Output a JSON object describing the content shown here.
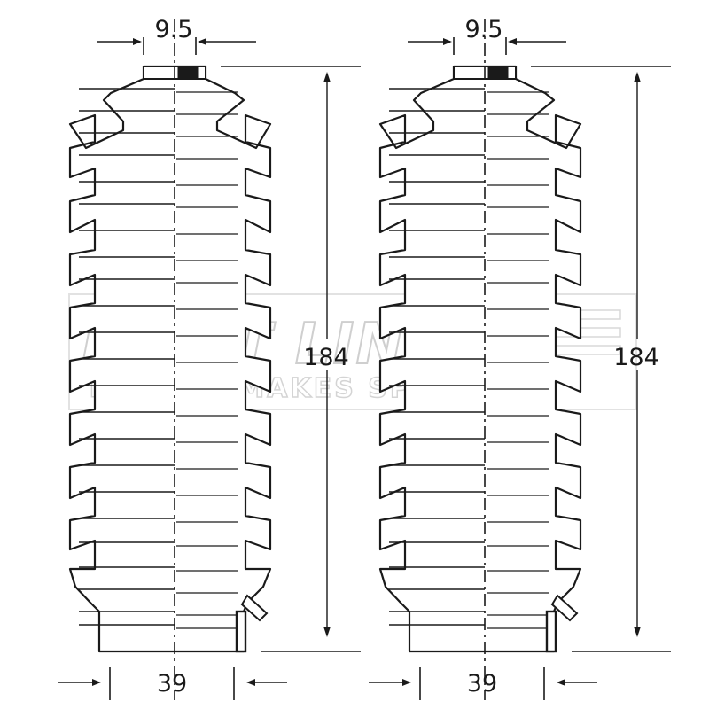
{
  "watermark": {
    "brand": "FIRST LINE",
    "tagline": "THE ALL MAKES SPECIALIST"
  },
  "parts": [
    {
      "neck_diameter": "9.5",
      "length": "184",
      "base_diameter": "39"
    },
    {
      "neck_diameter": "9.5",
      "length": "184",
      "base_diameter": "39"
    }
  ],
  "colors": {
    "line": "#1a1a1a",
    "watermark": "#cfcfcf"
  }
}
